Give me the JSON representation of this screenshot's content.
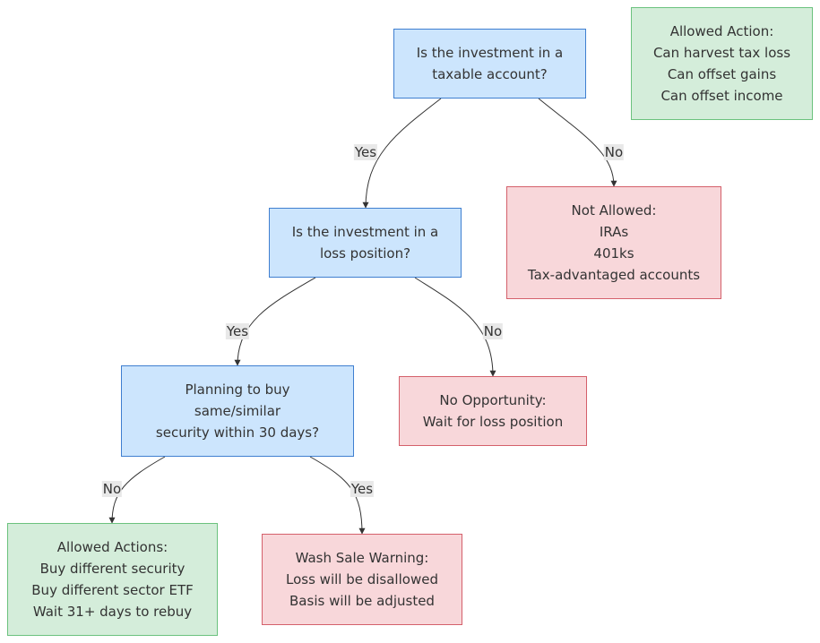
{
  "diagram": {
    "nodes": [
      {
        "id": "q1",
        "kind": "decision",
        "lines": [
          "Is the investment in a",
          "taxable account?"
        ]
      },
      {
        "id": "q2",
        "kind": "decision",
        "lines": [
          "Is the investment in a",
          "loss position?"
        ]
      },
      {
        "id": "q3",
        "kind": "decision",
        "lines": [
          "Planning to buy",
          "same/similar",
          "security within 30 days?"
        ]
      },
      {
        "id": "allowed_action",
        "kind": "good",
        "lines": [
          "Allowed Action:",
          "Can harvest tax loss",
          "Can offset gains",
          "Can offset income"
        ]
      },
      {
        "id": "not_allowed",
        "kind": "bad",
        "lines": [
          "Not Allowed:",
          "IRAs",
          "401ks",
          "Tax-advantaged accounts"
        ]
      },
      {
        "id": "no_opportunity",
        "kind": "bad",
        "lines": [
          "No Opportunity:",
          "Wait for loss position"
        ]
      },
      {
        "id": "allowed_actions",
        "kind": "good",
        "lines": [
          "Allowed Actions:",
          "Buy different security",
          "Buy different sector ETF",
          "Wait 31+ days to rebuy"
        ]
      },
      {
        "id": "wash_sale",
        "kind": "bad",
        "lines": [
          "Wash Sale Warning:",
          "Loss will be disallowed",
          "Basis will be adjusted"
        ]
      }
    ],
    "edges": [
      {
        "from": "q1",
        "to": "q2",
        "label": "Yes"
      },
      {
        "from": "q1",
        "to": "not_allowed",
        "label": "No"
      },
      {
        "from": "q2",
        "to": "q3",
        "label": "Yes"
      },
      {
        "from": "q2",
        "to": "no_opportunity",
        "label": "No"
      },
      {
        "from": "q3",
        "to": "allowed_actions",
        "label": "No"
      },
      {
        "from": "q3",
        "to": "wash_sale",
        "label": "Yes"
      }
    ],
    "colors": {
      "decision_fill": "#cce5fd",
      "decision_stroke": "#3f7fd0",
      "bad_fill": "#f8d7da",
      "bad_stroke": "#d4606b",
      "good_fill": "#d4edda",
      "good_stroke": "#6bc27e",
      "edge": "#333333",
      "label_bg": "#e8e8e8"
    }
  }
}
